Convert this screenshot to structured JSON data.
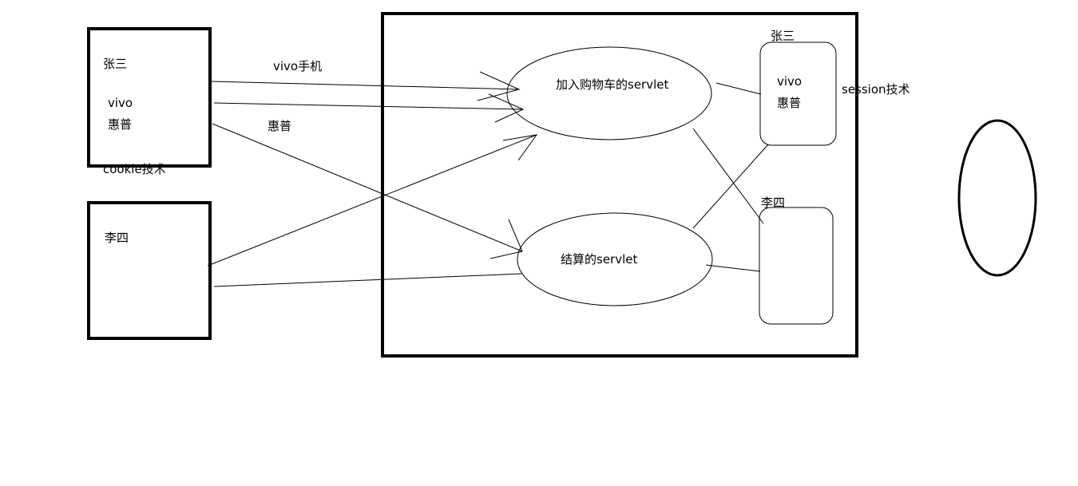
{
  "client_zhangsan": {
    "name": "张三",
    "items": [
      "vivo",
      "惠普"
    ],
    "note": "cookie技术"
  },
  "client_lisi": {
    "name": "李四"
  },
  "arrows": {
    "vivo_label": "vivo手机",
    "huipu_label": "惠普"
  },
  "servlets": {
    "add_cart": "加入购物车的servlet",
    "checkout": "结算的servlet"
  },
  "sessions": {
    "zhangsan_name": "张三",
    "zhangsan_items": [
      "vivo",
      "惠普"
    ],
    "lisi_name": "李四",
    "note": "session技术"
  },
  "colors": {
    "stroke": "#000000",
    "background": "#ffffff"
  }
}
